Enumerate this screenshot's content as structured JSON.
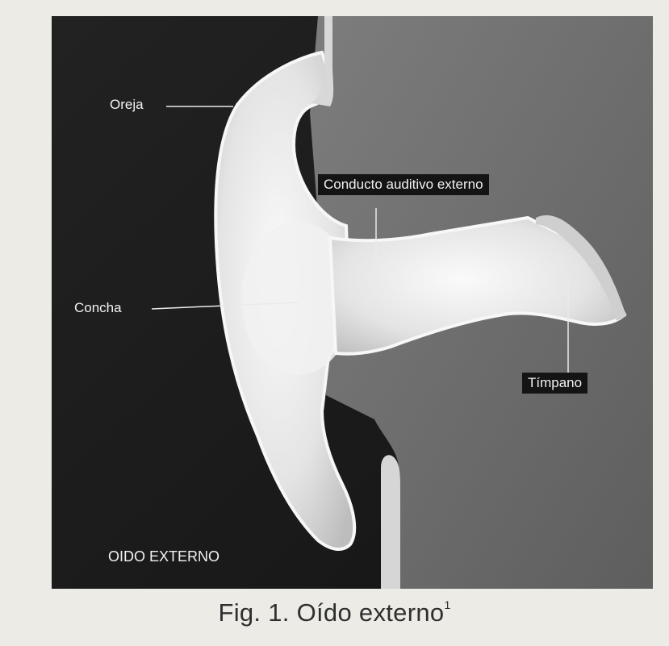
{
  "diagram": {
    "labels": {
      "oreja": "Oreja",
      "concha": "Concha",
      "conducto": "Conducto auditivo externo",
      "timpano": "Tímpano",
      "section_title": "OIDO EXTERNO"
    }
  },
  "caption": {
    "text": "Fig. 1. Oído externo",
    "footnote_marker": "1"
  },
  "colors": {
    "background_dark": "#1a1a1a",
    "canal_gray": "#6f6f6f",
    "tissue_light": "#e9e9e9",
    "page": "#ecebe6"
  }
}
